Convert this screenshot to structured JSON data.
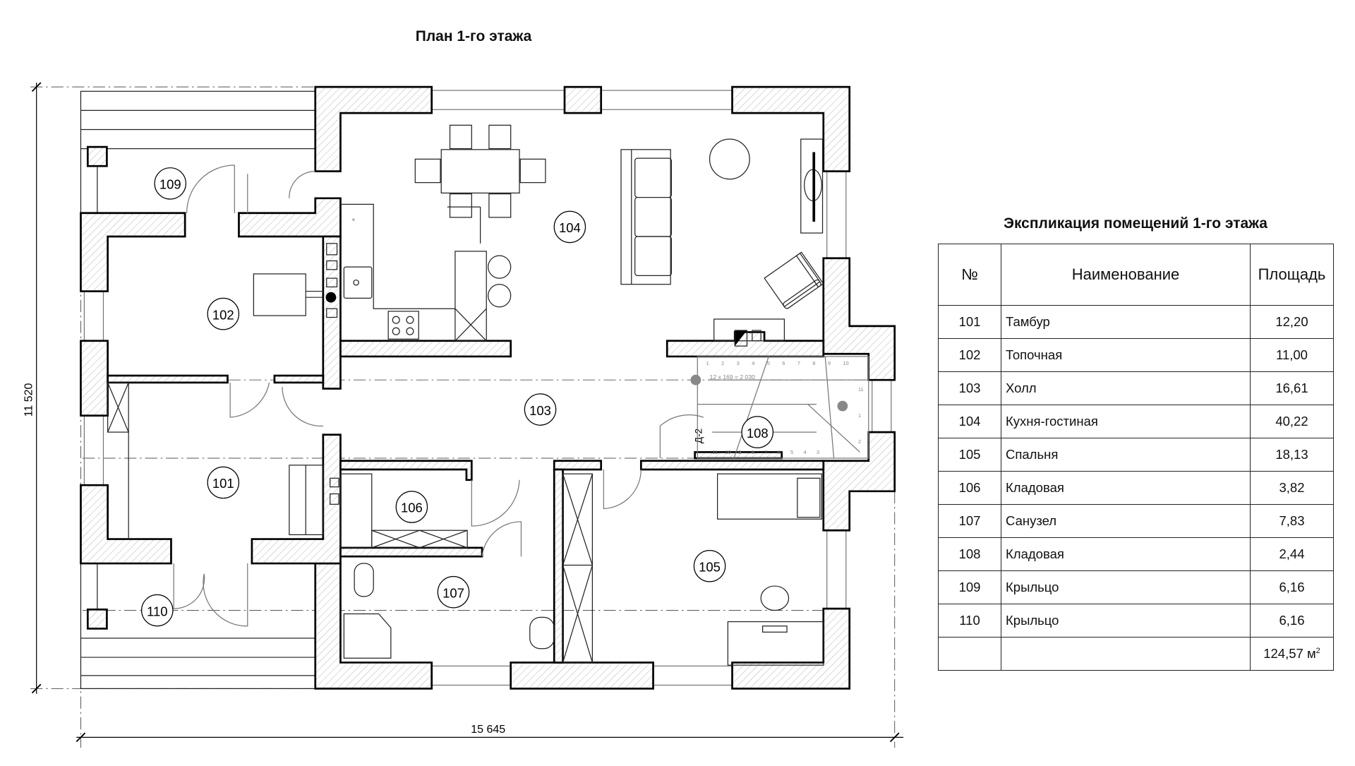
{
  "plan": {
    "title": "План 1-го этажа",
    "dimension_height": "11 520",
    "dimension_width": "15 645",
    "door_label": "Д-2",
    "stair_formula": "12 x 169 = 2 030",
    "stair_steps_top": [
      "1",
      "2",
      "3",
      "4",
      "5",
      "6",
      "7",
      "8",
      "9",
      "10"
    ],
    "stair_steps_right": [
      "11",
      "1",
      "2"
    ],
    "stair_steps_bottom": [
      "11",
      "10",
      "9",
      "8",
      "7",
      "6",
      "5",
      "4",
      "3"
    ],
    "room_tags": {
      "r101": "101",
      "r102": "102",
      "r103": "103",
      "r104": "104",
      "r105": "105",
      "r106": "106",
      "r107": "107",
      "r108": "108",
      "r109": "109",
      "r110": "110"
    }
  },
  "explication": {
    "title": "Экспликация помещений 1-го этажа",
    "headers": {
      "num": "№",
      "name": "Наименование",
      "area": "Площадь"
    },
    "rows": [
      {
        "num": "101",
        "name": "Тамбур",
        "area": "12,20"
      },
      {
        "num": "102",
        "name": "Топочная",
        "area": "11,00"
      },
      {
        "num": "103",
        "name": "Холл",
        "area": "16,61"
      },
      {
        "num": "104",
        "name": "Кухня-гостиная",
        "area": "40,22"
      },
      {
        "num": "105",
        "name": "Спальня",
        "area": "18,13"
      },
      {
        "num": "106",
        "name": "Кладовая",
        "area": "3,82"
      },
      {
        "num": "107",
        "name": "Санузел",
        "area": "7,83"
      },
      {
        "num": "108",
        "name": "Кладовая",
        "area": "2,44"
      },
      {
        "num": "109",
        "name": "Крыльцо",
        "area": "6,16"
      },
      {
        "num": "110",
        "name": "Крыльцо",
        "area": "6,16"
      }
    ],
    "total": "124,57",
    "total_unit": "м",
    "total_unit_sup": "2"
  }
}
